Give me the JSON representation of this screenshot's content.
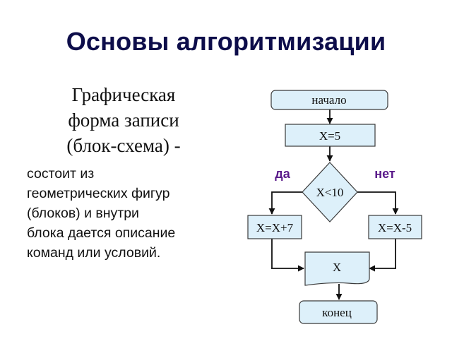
{
  "slide": {
    "title": "Основы алгоритмизации",
    "subtitle_lines": [
      "Графическая",
      "форма записи",
      "(блок-схема) -"
    ],
    "body_lines": [
      "состоит из",
      "геометрических фигур",
      "(блоков) и внутри",
      "блока дается описание",
      "команд или условий."
    ]
  },
  "flowchart": {
    "start_label": "начало",
    "assign_label": "X=5",
    "condition_label": "X<10",
    "yes_label": "да",
    "no_label": "нет",
    "yes_action_label": "X=X+7",
    "no_action_label": "X=X-5",
    "output_label": "X",
    "end_label": "конец",
    "colors": {
      "block_fill": "#ddf0fa",
      "branch_label": "#5a1a8a",
      "title": "#0d0d4a"
    }
  }
}
